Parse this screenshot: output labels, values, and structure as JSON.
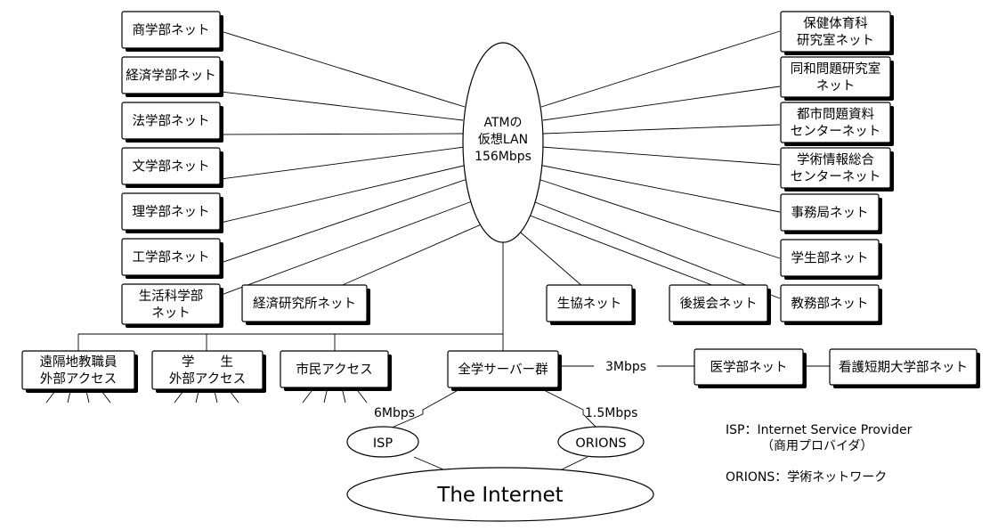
{
  "hub": {
    "lines": [
      "ATMの",
      "仮想LAN",
      "156Mbps"
    ]
  },
  "left_nets": [
    {
      "lines": [
        "商学部ネット"
      ]
    },
    {
      "lines": [
        "経済学部ネット"
      ]
    },
    {
      "lines": [
        "法学部ネット"
      ]
    },
    {
      "lines": [
        "文学部ネット"
      ]
    },
    {
      "lines": [
        "理学部ネット"
      ]
    },
    {
      "lines": [
        "工学部ネット"
      ]
    },
    {
      "lines": [
        "生活科学部",
        "ネット"
      ]
    }
  ],
  "right_nets": [
    {
      "lines": [
        "保健体育科",
        "研究室ネット"
      ]
    },
    {
      "lines": [
        "同和問題研究室",
        "ネット"
      ]
    },
    {
      "lines": [
        "都市問題資料",
        "センターネット"
      ]
    },
    {
      "lines": [
        "学術情報総合",
        "センターネット"
      ]
    },
    {
      "lines": [
        "事務局ネット"
      ]
    },
    {
      "lines": [
        "学生部ネット"
      ]
    },
    {
      "lines": [
        "教務部ネット"
      ]
    }
  ],
  "bottom_nets": [
    {
      "lines": [
        "経済研究所ネット"
      ]
    },
    {
      "lines": [
        "生協ネット"
      ]
    },
    {
      "lines": [
        "後援会ネット"
      ]
    }
  ],
  "access": [
    {
      "lines": [
        "遠隔地教職員",
        "外部アクセス"
      ]
    },
    {
      "lines": [
        "学　　生",
        "外部アクセス"
      ]
    },
    {
      "lines": [
        "市民アクセス"
      ]
    }
  ],
  "server": {
    "lines": [
      "全学サーバー群"
    ]
  },
  "medical": {
    "lines": [
      "医学部ネット"
    ]
  },
  "nursing": {
    "lines": [
      "看護短期大学部ネット"
    ]
  },
  "links": {
    "isp_speed": "6Mbps",
    "orions_speed": "1.5Mbps",
    "medical_speed": "3Mbps"
  },
  "isp": "ISP",
  "orions": "ORIONS",
  "internet": "The Internet",
  "legend": {
    "isp_line": "ISP：Internet Service Provider",
    "isp_sub": "（商用プロバイダ）",
    "orions_line": "ORIONS：学術ネットワーク"
  }
}
